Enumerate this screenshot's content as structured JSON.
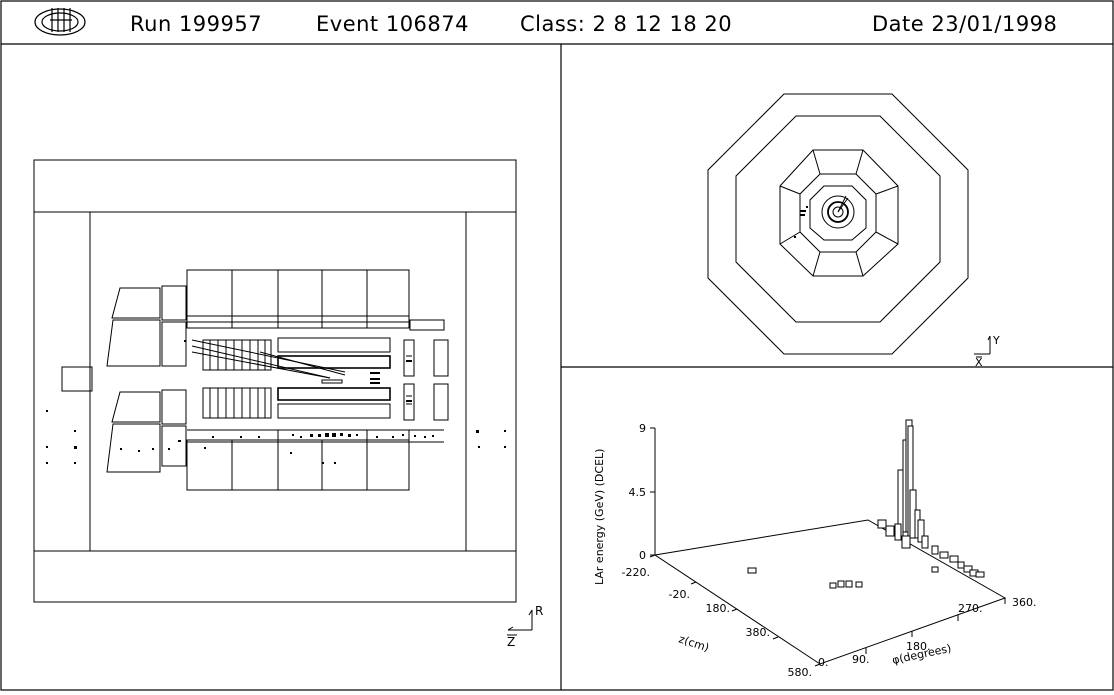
{
  "header": {
    "run": "Run 199957",
    "event": "Event 106874",
    "class": "Class: 2 8 12 18 20",
    "date": "Date 23/01/1998"
  },
  "side_view": {
    "axis_r": "R",
    "axis_z": "Z"
  },
  "end_view": {
    "axis_y": "Y",
    "axis_x": "X"
  },
  "lego": {
    "ylabel": "LAr energy (GeV) (DCEL)",
    "y_ticks": [
      "9",
      "4.5",
      "0"
    ],
    "z_ticks": [
      "-220.",
      "-20.",
      "180.",
      "380.",
      "580."
    ],
    "z_label": "z(cm)",
    "phi_ticks": [
      "0.",
      "90.",
      "180.",
      "270.",
      "360."
    ],
    "phi_label": "φ(degrees)"
  }
}
